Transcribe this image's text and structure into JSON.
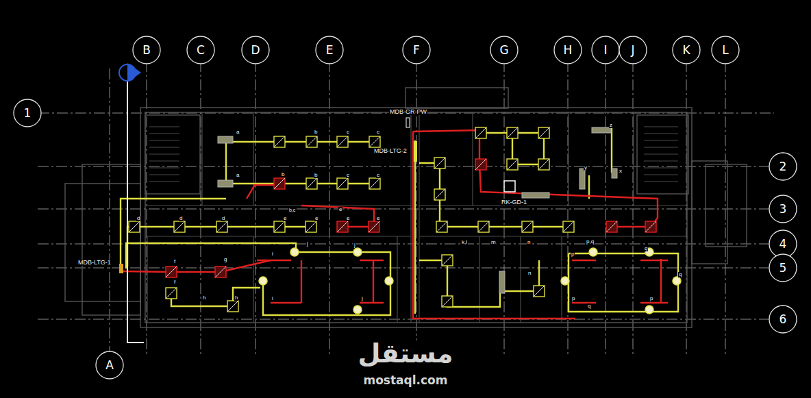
{
  "diagram": {
    "nodes": [
      {
        "text": [
          "B"
        ]
      },
      {
        "text": [
          "C"
        ]
      },
      {
        "text": [
          "D"
        ]
      },
      {
        "text": [
          "E"
        ]
      },
      {
        "text": [
          "F"
        ]
      },
      {
        "text": [
          "G"
        ]
      },
      {
        "text": [
          "H"
        ]
      },
      {
        "text": [
          "I"
        ]
      },
      {
        "text": [
          "J"
        ]
      },
      {
        "text": [
          "K"
        ]
      },
      {
        "text": [
          "L"
        ]
      },
      {
        "text": [
          "1"
        ]
      },
      {
        "text": [
          "2"
        ]
      },
      {
        "text": [
          "3"
        ]
      },
      {
        "text": [
          "4"
        ]
      },
      {
        "text": [
          "5"
        ]
      },
      {
        "text": [
          "6"
        ]
      },
      {
        "text": [
          "A"
        ]
      }
    ],
    "labels": [
      "MDB-GR-PW",
      "MDB-LTG-2",
      "RK-GD-1",
      "MDB-LTG-1",
      "a",
      "b",
      "c",
      "c",
      "a",
      "b",
      "b",
      "c",
      "c",
      "b,c",
      "d",
      "d",
      "d",
      "e",
      "e",
      "e",
      "e",
      "e",
      "f",
      "g",
      "f",
      "h",
      "h",
      "i",
      "j",
      "j",
      "i",
      "j",
      "k,l",
      "m",
      "n",
      "n",
      "p,q",
      "q",
      "q",
      "p",
      "p",
      "p",
      "q",
      "y",
      "x",
      "z",
      "مستقل",
      "mostaql.com"
    ]
  }
}
